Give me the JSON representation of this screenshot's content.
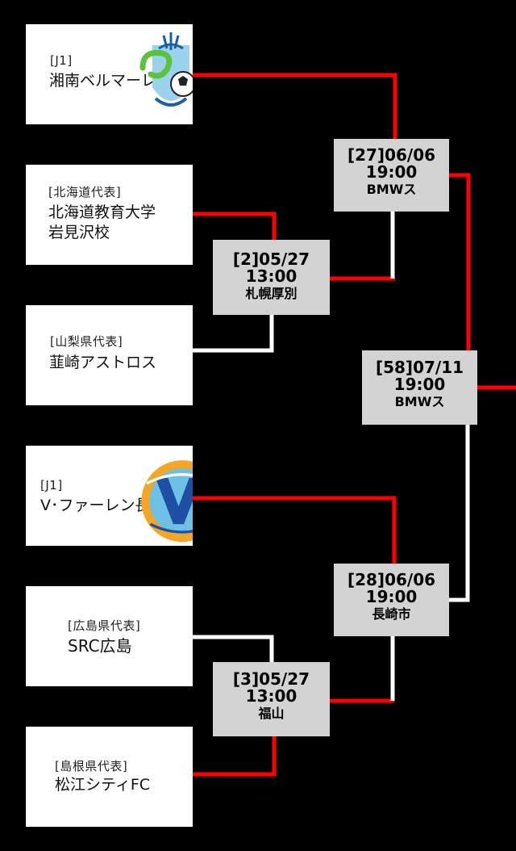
{
  "teams": [
    {
      "tag": "[J1]",
      "name": "湘南ベルマーレ",
      "logo": "shonan-bellmare-emblem"
    },
    {
      "tag": "[北海道代表]",
      "name_line1": "北海道教育大学",
      "name_line2": "岩見沢校"
    },
    {
      "tag": "[山梨県代表]",
      "name": "韮崎アストロス"
    },
    {
      "tag": "[J1]",
      "name": "V･ファーレン長崎",
      "logo": "v-varen-nagasaki-emblem"
    },
    {
      "tag": "[広島県代表]",
      "name": "SRC広島"
    },
    {
      "tag": "[島根県代表]",
      "name": "松江シティFC"
    }
  ],
  "matches": [
    {
      "id": "2",
      "line1": "[2]05/27",
      "line2": "13:00",
      "venue": "札幌厚別"
    },
    {
      "id": "27",
      "line1": "[27]06/06",
      "line2": "19:00",
      "venue": "BMWス"
    },
    {
      "id": "58",
      "line1": "[58]07/11",
      "line2": "19:00",
      "venue": "BMWス"
    },
    {
      "id": "28",
      "line1": "[28]06/06",
      "line2": "19:00",
      "venue": "長崎市"
    },
    {
      "id": "3",
      "line1": "[3]05/27",
      "line2": "13:00",
      "venue": "福山"
    }
  ],
  "colors": {
    "winner_line": "#ff0000",
    "loser_line": "#ffffff",
    "background": "#000000",
    "match_box": "#d3d3d3"
  }
}
